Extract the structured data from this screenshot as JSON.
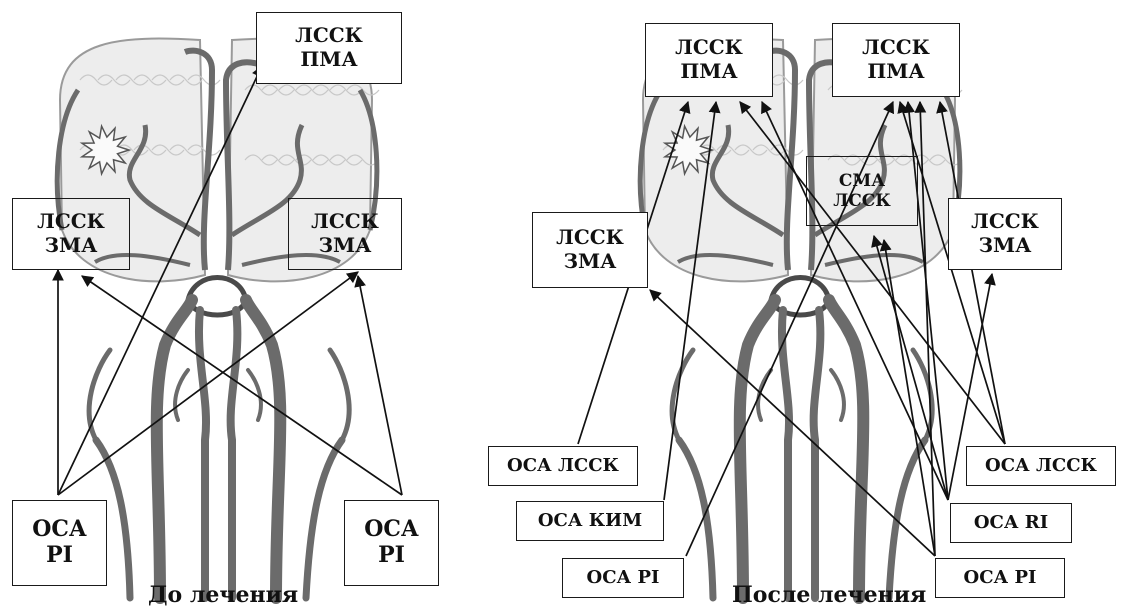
{
  "panels": [
    {
      "caption": "До лечения",
      "labels": {
        "lssk_pma": [
          "ЛССК",
          "ПМА"
        ],
        "lssk_zma_left": [
          "ЛССК",
          "ЗМА"
        ],
        "lssk_zma_right": [
          "ЛССК",
          "ЗМА"
        ],
        "osa_pi_left": [
          "ОСА",
          "PI"
        ],
        "osa_pi_right": [
          "ОСА",
          "PI"
        ]
      }
    },
    {
      "caption": "После лечения",
      "labels": {
        "lssk_pma_left": [
          "ЛССК",
          "ПМА"
        ],
        "lssk_pma_right": [
          "ЛССК",
          "ПМА"
        ],
        "sma_lssk": [
          "СМА",
          "ЛССК"
        ],
        "lssk_zma_left": [
          "ЛССК",
          "ЗМА"
        ],
        "lssk_zma_right": [
          "ЛССК",
          "ЗМА"
        ],
        "osa_lssk_left": "ОСА ЛССК",
        "osa_kim": "ОСА КИМ",
        "osa_pi_left": "ОСА PI",
        "osa_lssk_right": "ОСА ЛССК",
        "osa_ri": "ОСА RI",
        "osa_pi_right": "ОСА  PI"
      }
    }
  ],
  "colors": {
    "vessel": "#6b6b6b",
    "vessel_dark": "#4a4a4a",
    "brain_fill": "#ededed",
    "brain_outline": "#9a9a9a",
    "arrow": "#111111",
    "lesion_fill": "#fafafa"
  }
}
